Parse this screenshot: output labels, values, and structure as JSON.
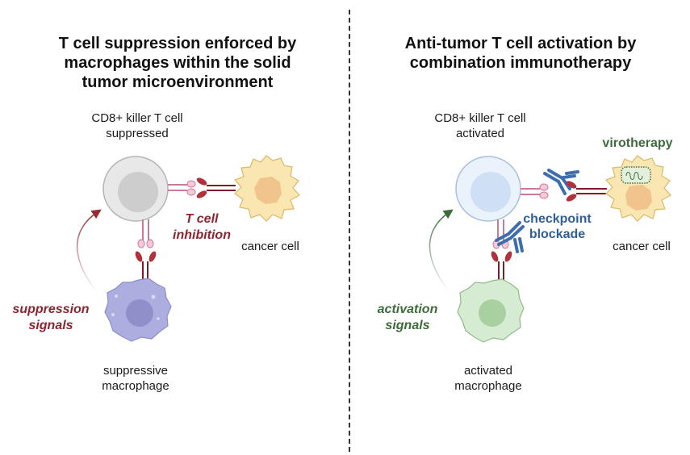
{
  "left_panel": {
    "title_lines": [
      "T cell suppression enforced by",
      "macrophages within the solid",
      "tumor microenvironment"
    ],
    "tcell_label_lines": [
      "CD8+ killer T cell",
      "suppressed"
    ],
    "interaction_label_lines": [
      "T cell",
      "inhibition"
    ],
    "cancer_label": "cancer cell",
    "signal_label_lines": [
      "suppression",
      "signals"
    ],
    "macrophage_label_lines": [
      "suppressive",
      "macrophage"
    ]
  },
  "right_panel": {
    "title_lines": [
      "Anti-tumor T cell activation by",
      "combination immunotherapy"
    ],
    "tcell_label_lines": [
      "CD8+ killer T cell",
      "activated"
    ],
    "therapy_label": "virotherapy",
    "blockade_label_lines": [
      "checkpoint",
      "blockade"
    ],
    "cancer_label": "cancer cell",
    "signal_label_lines": [
      "activation",
      "signals"
    ],
    "macrophage_label_lines": [
      "activated",
      "macrophage"
    ]
  },
  "colors": {
    "suppression_red": "#8b2530",
    "activation_green": "#3d6b3a",
    "blockade_blue": "#2f5f95",
    "virotherapy_green": "#3f6a3d",
    "receptor_pink": "#c9799c",
    "ligand_red": "#b0323c"
  }
}
